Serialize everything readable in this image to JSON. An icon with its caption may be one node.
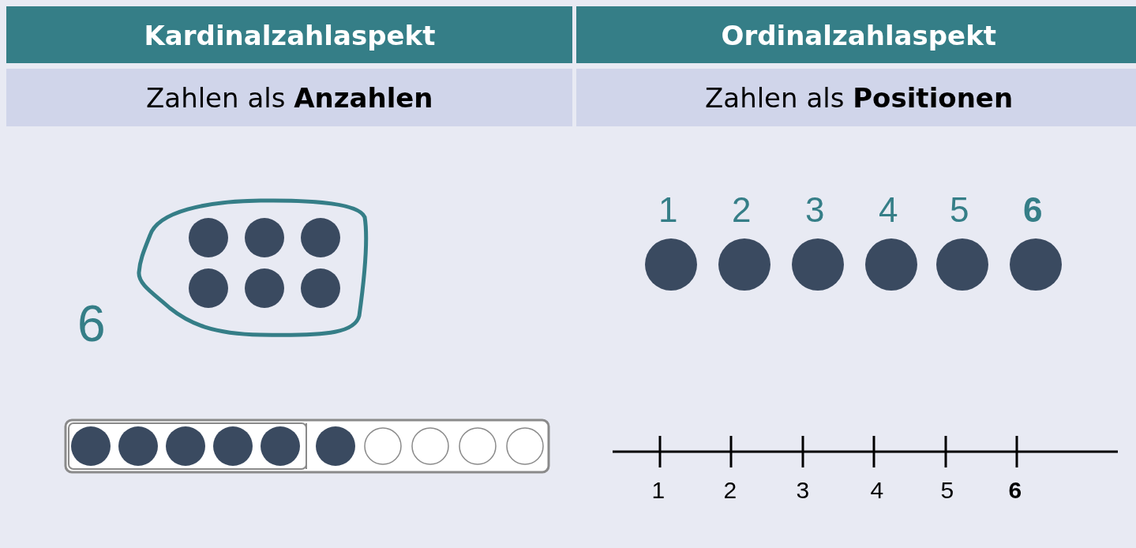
{
  "diagram": {
    "labels": [
      "Kardinalzahlaspekt",
      "Ordinalzahlaspekt",
      "Zahlen als **Anzahlen**",
      "Zahlen als **Positionen**",
      "6",
      "1",
      "2",
      "3",
      "4",
      "5",
      "6",
      "1",
      "2",
      "3",
      "4",
      "5",
      "6"
    ]
  }
}
